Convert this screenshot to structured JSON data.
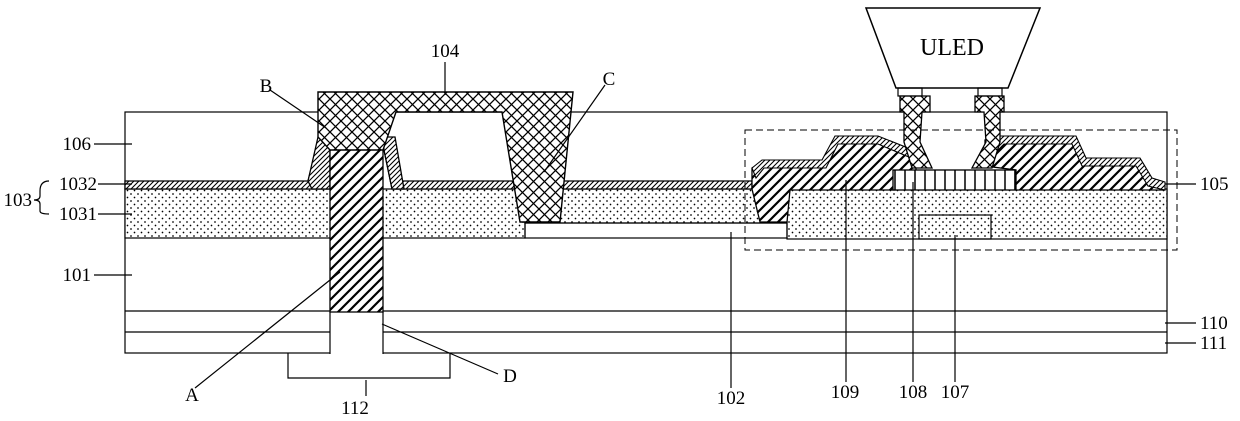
{
  "figure": {
    "labels": {
      "l104": "104",
      "lB": "B",
      "lC": "C",
      "l106": "106",
      "l103": "103",
      "l1032": "1032",
      "l1031": "1031",
      "l101": "101",
      "lA": "A",
      "l112": "112",
      "lD": "D",
      "l102": "102",
      "l109": "109",
      "l108": "108",
      "l107": "107",
      "l105": "105",
      "l110": "110",
      "l111": "111"
    },
    "chip_label": "ULED"
  }
}
